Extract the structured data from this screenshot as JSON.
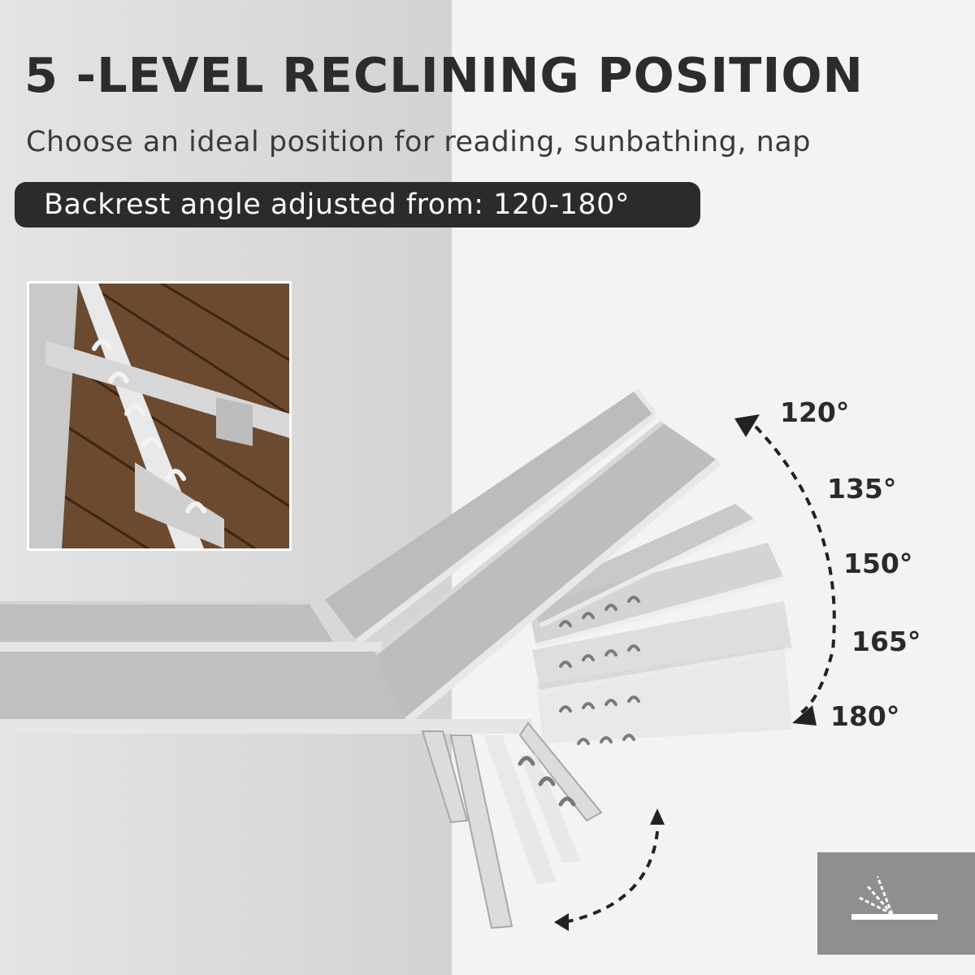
{
  "headline": "5 -LEVEL RECLINING POSITION",
  "subline": "Choose an ideal position for reading, sunbathing, nap",
  "pill_text": "Backrest angle adjusted from: 120-180°",
  "angles": [
    "120°",
    "135°",
    "150°",
    "165°",
    "180°"
  ],
  "icons": {
    "rotate_arrow": "curved-double-arrow-icon",
    "recline": "recline-position-icon"
  },
  "colors": {
    "headline": "#2c2c2c",
    "pill_bg": "#2b2b2b",
    "chair_fabric": "#bdbdbd",
    "frame": "#e6e6e6",
    "badge_bg": "#8f8f8f"
  }
}
